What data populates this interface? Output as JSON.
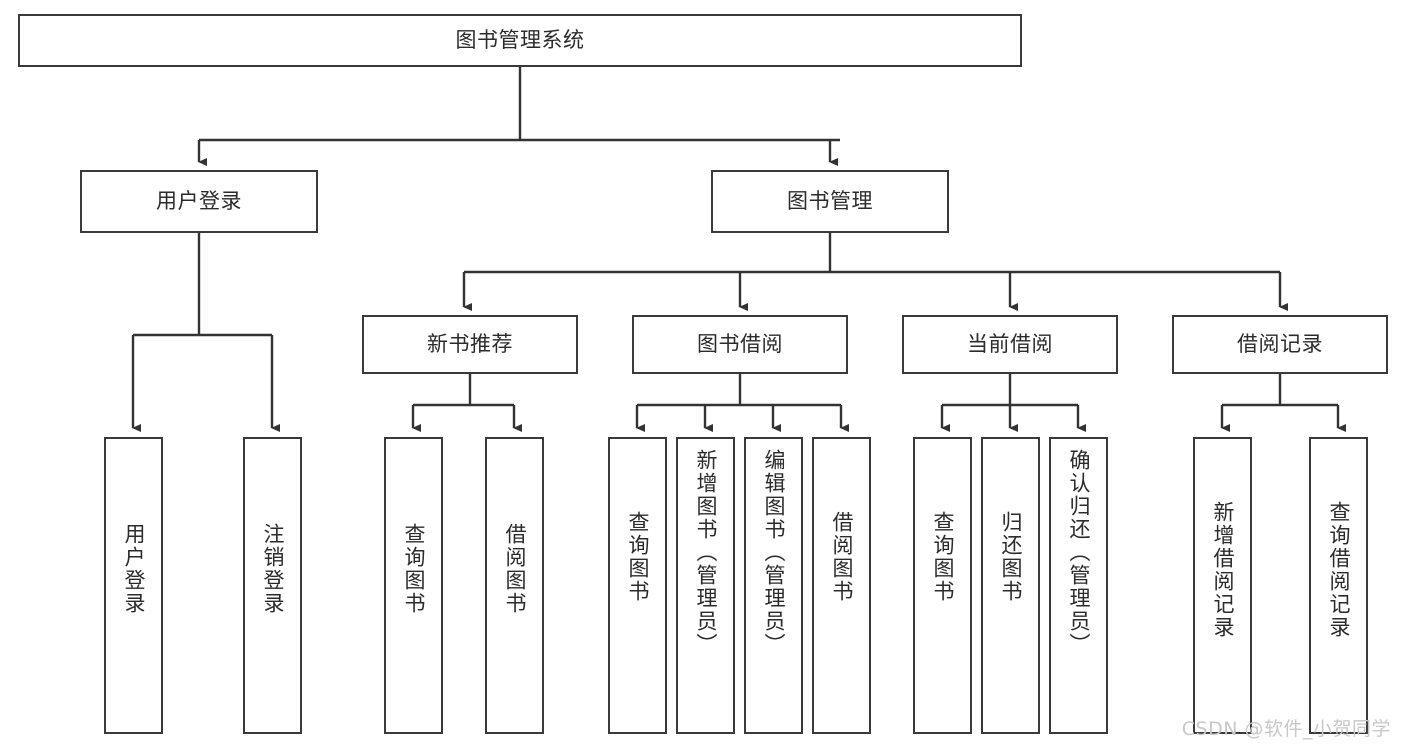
{
  "diagram": {
    "title": "图书管理系统",
    "type": "hierarchy-tree",
    "colors": {
      "box_border": "#3a3a3a",
      "box_fill": "#ffffff",
      "connector": "#333333",
      "text": "#2b2b2b",
      "watermark": "#c8c8c8"
    },
    "levels": {
      "root": {
        "label": "图书管理系统"
      },
      "level2": [
        {
          "label": "用户登录"
        },
        {
          "label": "图书管理"
        }
      ],
      "level3": [
        {
          "label": "新书推荐"
        },
        {
          "label": "图书借阅"
        },
        {
          "label": "当前借阅"
        },
        {
          "label": "借阅记录"
        }
      ],
      "leaves": {
        "user_login": [
          {
            "label": "用户登录"
          },
          {
            "label": "注销登录"
          }
        ],
        "new_book_recommend": [
          {
            "label": "查询图书"
          },
          {
            "label": "借阅图书"
          }
        ],
        "book_borrow": [
          {
            "label": "查询图书"
          },
          {
            "label": "新增图书（管理员）"
          },
          {
            "label": "编辑图书（管理员）"
          },
          {
            "label": "借阅图书"
          }
        ],
        "current_borrow": [
          {
            "label": "查询图书"
          },
          {
            "label": "归还图书"
          },
          {
            "label": "确认归还（管理员）"
          }
        ],
        "borrow_record": [
          {
            "label": "新增借阅记录"
          },
          {
            "label": "查询借阅记录"
          }
        ]
      }
    },
    "watermark": "CSDN @软件_小贺同学"
  }
}
